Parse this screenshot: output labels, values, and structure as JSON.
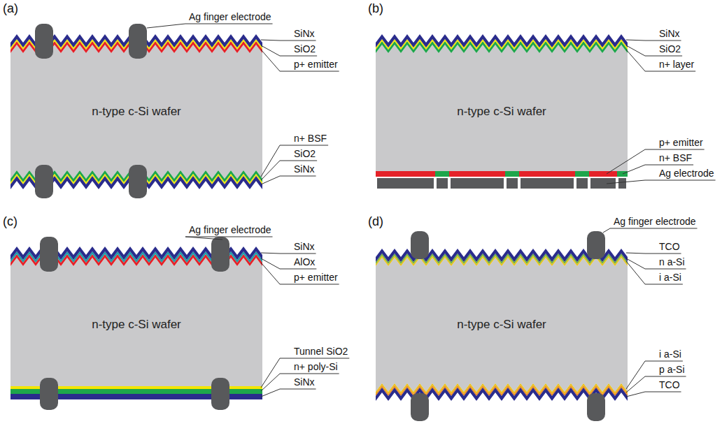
{
  "diagram": {
    "nodes": [
      {
        "text": [
          "n-type c-Si wafer"
        ]
      },
      {
        "text": [
          "n-type c-Si wafer"
        ]
      },
      {
        "text": [
          "n-type c-Si wafer"
        ]
      },
      {
        "text": [
          "n-type c-Si wafer"
        ]
      }
    ],
    "labels": [
      "(a)",
      "Ag finger electrode",
      "SiNx",
      "SiO2",
      "p+ emitter",
      "n+ BSF",
      "SiO2",
      "SiNx",
      "(b)",
      "SiNx",
      "SiO2",
      "n+ layer",
      "p+ emitter",
      "n+ BSF",
      "Ag electrode",
      "(c)",
      "Ag finger electrode",
      "SiNx",
      "AlOx",
      "p+ emitter",
      "Tunnel SiO2",
      "n+ poly-Si",
      "SiNx",
      "(d)",
      "Ag finger electrode",
      "TCO",
      "n a-Si",
      "i a-Si",
      "i a-Si",
      "p a-Si",
      "TCO"
    ]
  }
}
